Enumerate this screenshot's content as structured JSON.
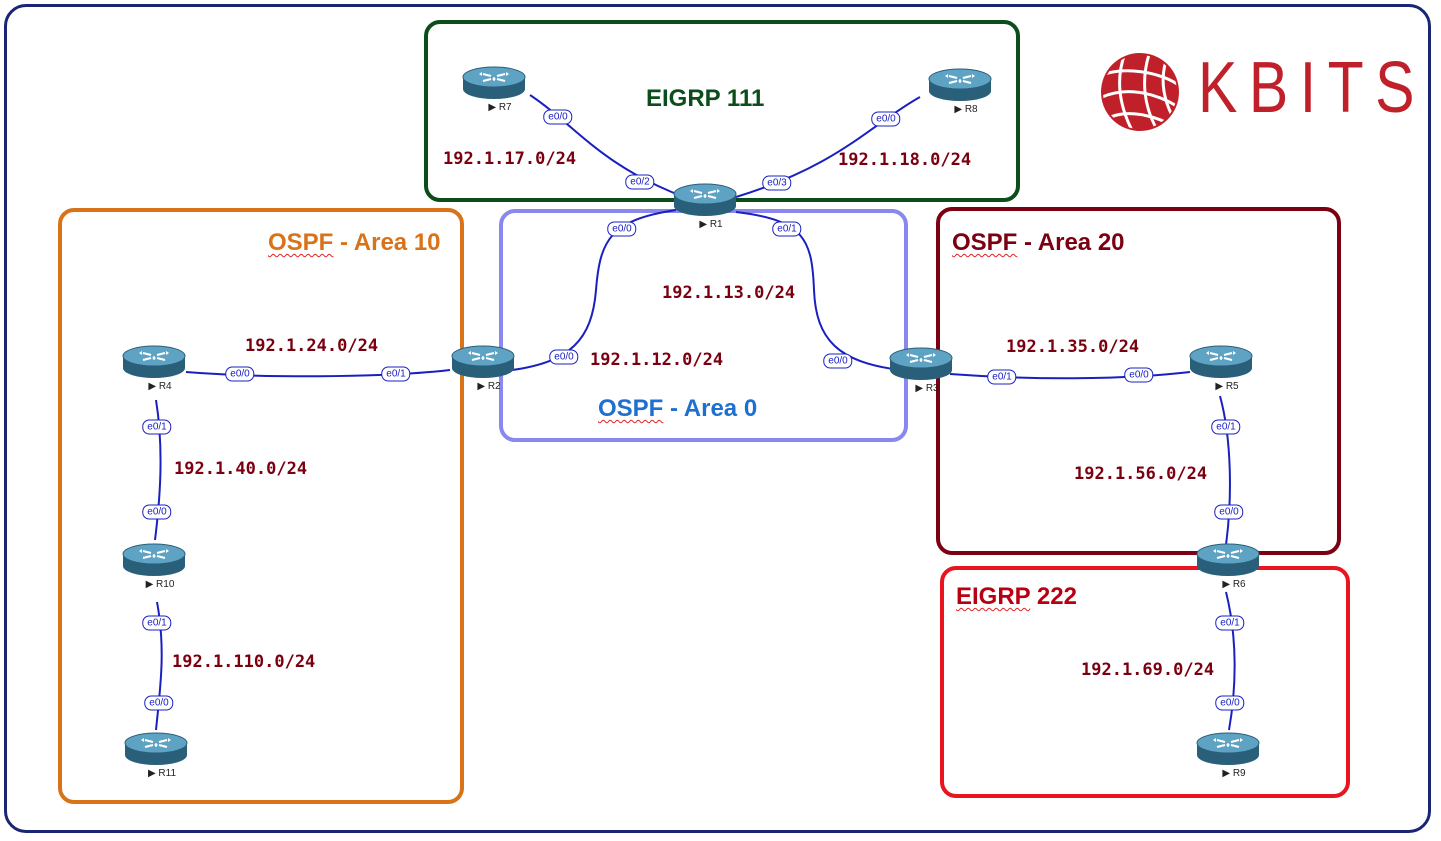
{
  "areas": {
    "eigrp111": {
      "title": "EIGRP 111",
      "color": "#0b4d1b"
    },
    "ospf10": {
      "proto": "OSPF",
      "rest": " - Area 10",
      "color": "#d9731a"
    },
    "ospf0": {
      "proto": "OSPF",
      "rest": " - Area 0",
      "color": "#1f6fd1",
      "border": "#8888ee"
    },
    "ospf20": {
      "proto": "OSPF",
      "rest": " - Area 20",
      "color": "#7a0012"
    },
    "eigrp222": {
      "proto": "EIGRP",
      "rest": " 222",
      "color": "#b80012",
      "border": "#e8141e"
    }
  },
  "routers": {
    "r1": "R1",
    "r2": "R2",
    "r3": "R3",
    "r4": "R4",
    "r5": "R5",
    "r6": "R6",
    "r7": "R7",
    "r8": "R8",
    "r9": "R9",
    "r10": "R10",
    "r11": "R11"
  },
  "subnets": {
    "s17": "192.1.17.0/24",
    "s18": "192.1.18.0/24",
    "s13": "192.1.13.0/24",
    "s12": "192.1.12.0/24",
    "s24": "192.1.24.0/24",
    "s40": "192.1.40.0/24",
    "s110": "192.1.110.0/24",
    "s35": "192.1.35.0/24",
    "s56": "192.1.56.0/24",
    "s69": "192.1.69.0/24"
  },
  "interfaces": {
    "r7_e00": "e0/0",
    "r1_e02": "e0/2",
    "r8_e00": "e0/0",
    "r1_e03": "e0/3",
    "r1_e00": "e0/0",
    "r1_e01": "e0/1",
    "r2_e00": "e0/0",
    "r3_e00": "e0/0",
    "r4_e00": "e0/0",
    "r2_e01": "e0/1",
    "r4_e01": "e0/1",
    "r10_e00": "e0/0",
    "r10_e01": "e0/1",
    "r11_e00": "e0/0",
    "r3_e01": "e0/1",
    "r5_e00": "e0/0",
    "r5_e01": "e0/1",
    "r6_e00": "e0/0",
    "r6_e01": "e0/1",
    "r9_e00": "e0/0"
  },
  "logo": {
    "text": "KBITS",
    "color": "#c0202a"
  }
}
